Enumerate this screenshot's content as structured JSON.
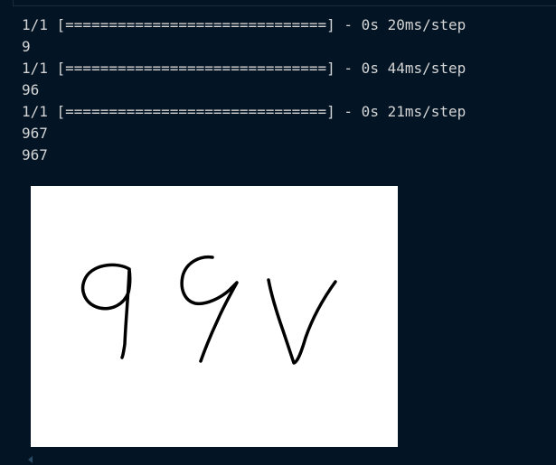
{
  "output": {
    "lines": [
      "1/1 [==============================] - 0s 20ms/step",
      "9",
      "1/1 [==============================] - 0s 44ms/step",
      "96",
      "1/1 [==============================] - 0s 21ms/step",
      "967",
      "967"
    ]
  },
  "figure": {
    "description_icon": "handwritten-digits-image"
  },
  "colors": {
    "background": "#031525",
    "text": "#d4d4d4",
    "figure_background": "#ffffff",
    "ink": "#000000"
  }
}
